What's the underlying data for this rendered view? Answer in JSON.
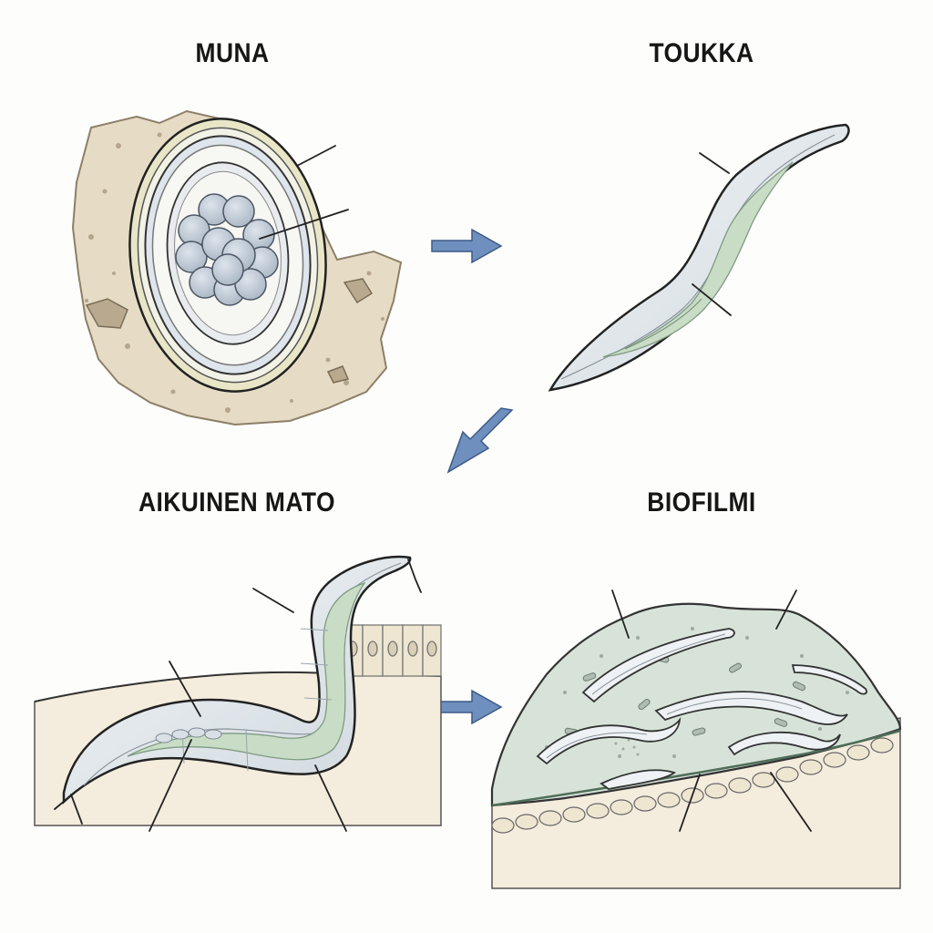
{
  "stages": {
    "egg": {
      "title": "MUNA"
    },
    "larva": {
      "title": "TOUKKA"
    },
    "adult": {
      "title": "AIKUINEN MATO"
    },
    "biofilm": {
      "title": "BIOFILMI"
    }
  },
  "colors": {
    "arrow": "#6f8fbe",
    "soil": "#e6dcc6",
    "tissue": "#f4ecdc",
    "gut": "#c9dcc6",
    "biofilm": "#d7e3d8",
    "egg_shell": "#eef2f4",
    "ink": "#222222"
  }
}
